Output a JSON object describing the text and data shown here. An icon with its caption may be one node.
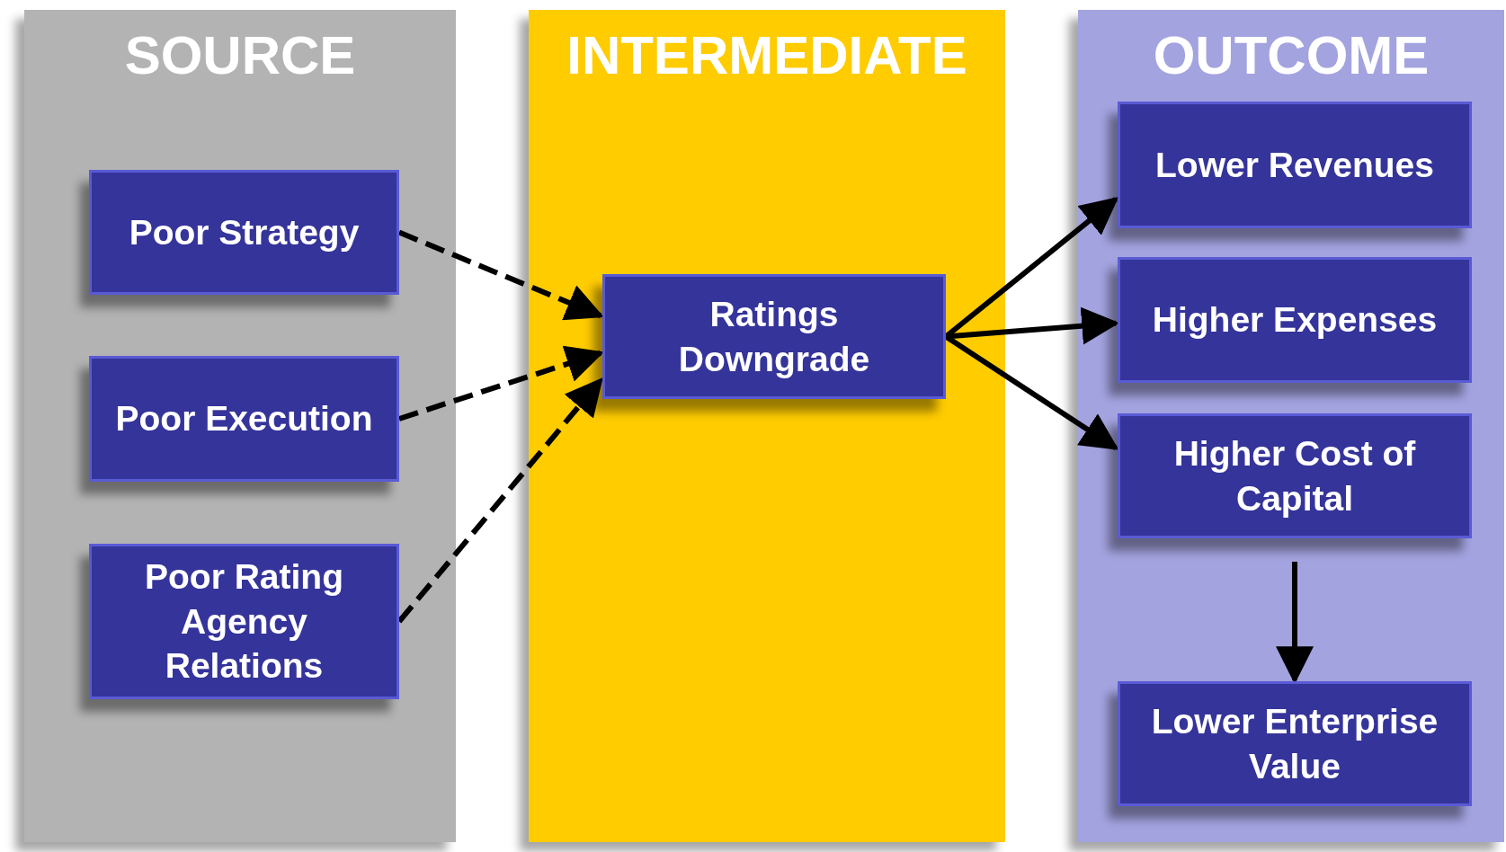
{
  "diagram": {
    "nodes": [
      {
        "text": [
          "SOURCE"
        ]
      },
      {
        "text": [
          "Poor Strategy"
        ],
        "in": 0
      },
      {
        "text": [
          "Poor Execution"
        ],
        "in": 0
      },
      {
        "text": [
          "Poor Rating Agency Relations"
        ],
        "in": 0
      },
      {
        "text": [
          "INTERMEDIATE"
        ]
      },
      {
        "text": [
          "Ratings Downgrade"
        ],
        "in": 4
      },
      {
        "text": [
          "OUTCOME"
        ]
      },
      {
        "text": [
          "Lower Revenues"
        ],
        "in": 6
      },
      {
        "text": [
          "Higher Expenses"
        ],
        "in": 6
      },
      {
        "text": [
          "Higher Cost of Capital"
        ],
        "in": 6
      },
      {
        "text": [
          "Lower Enterprise Value"
        ],
        "in": 6
      }
    ],
    "edges": [
      {
        "from": 1,
        "to": 5,
        "arrow": "to",
        "style": "dashed"
      },
      {
        "from": 2,
        "to": 5,
        "arrow": "to",
        "style": "dashed"
      },
      {
        "from": 3,
        "to": 5,
        "arrow": "to",
        "style": "dashed"
      },
      {
        "from": 5,
        "to": 7,
        "arrow": "to"
      },
      {
        "from": 5,
        "to": 8,
        "arrow": "to"
      },
      {
        "from": 5,
        "to": 9,
        "arrow": "to"
      },
      {
        "from": 9,
        "to": 10,
        "arrow": "to"
      }
    ]
  }
}
